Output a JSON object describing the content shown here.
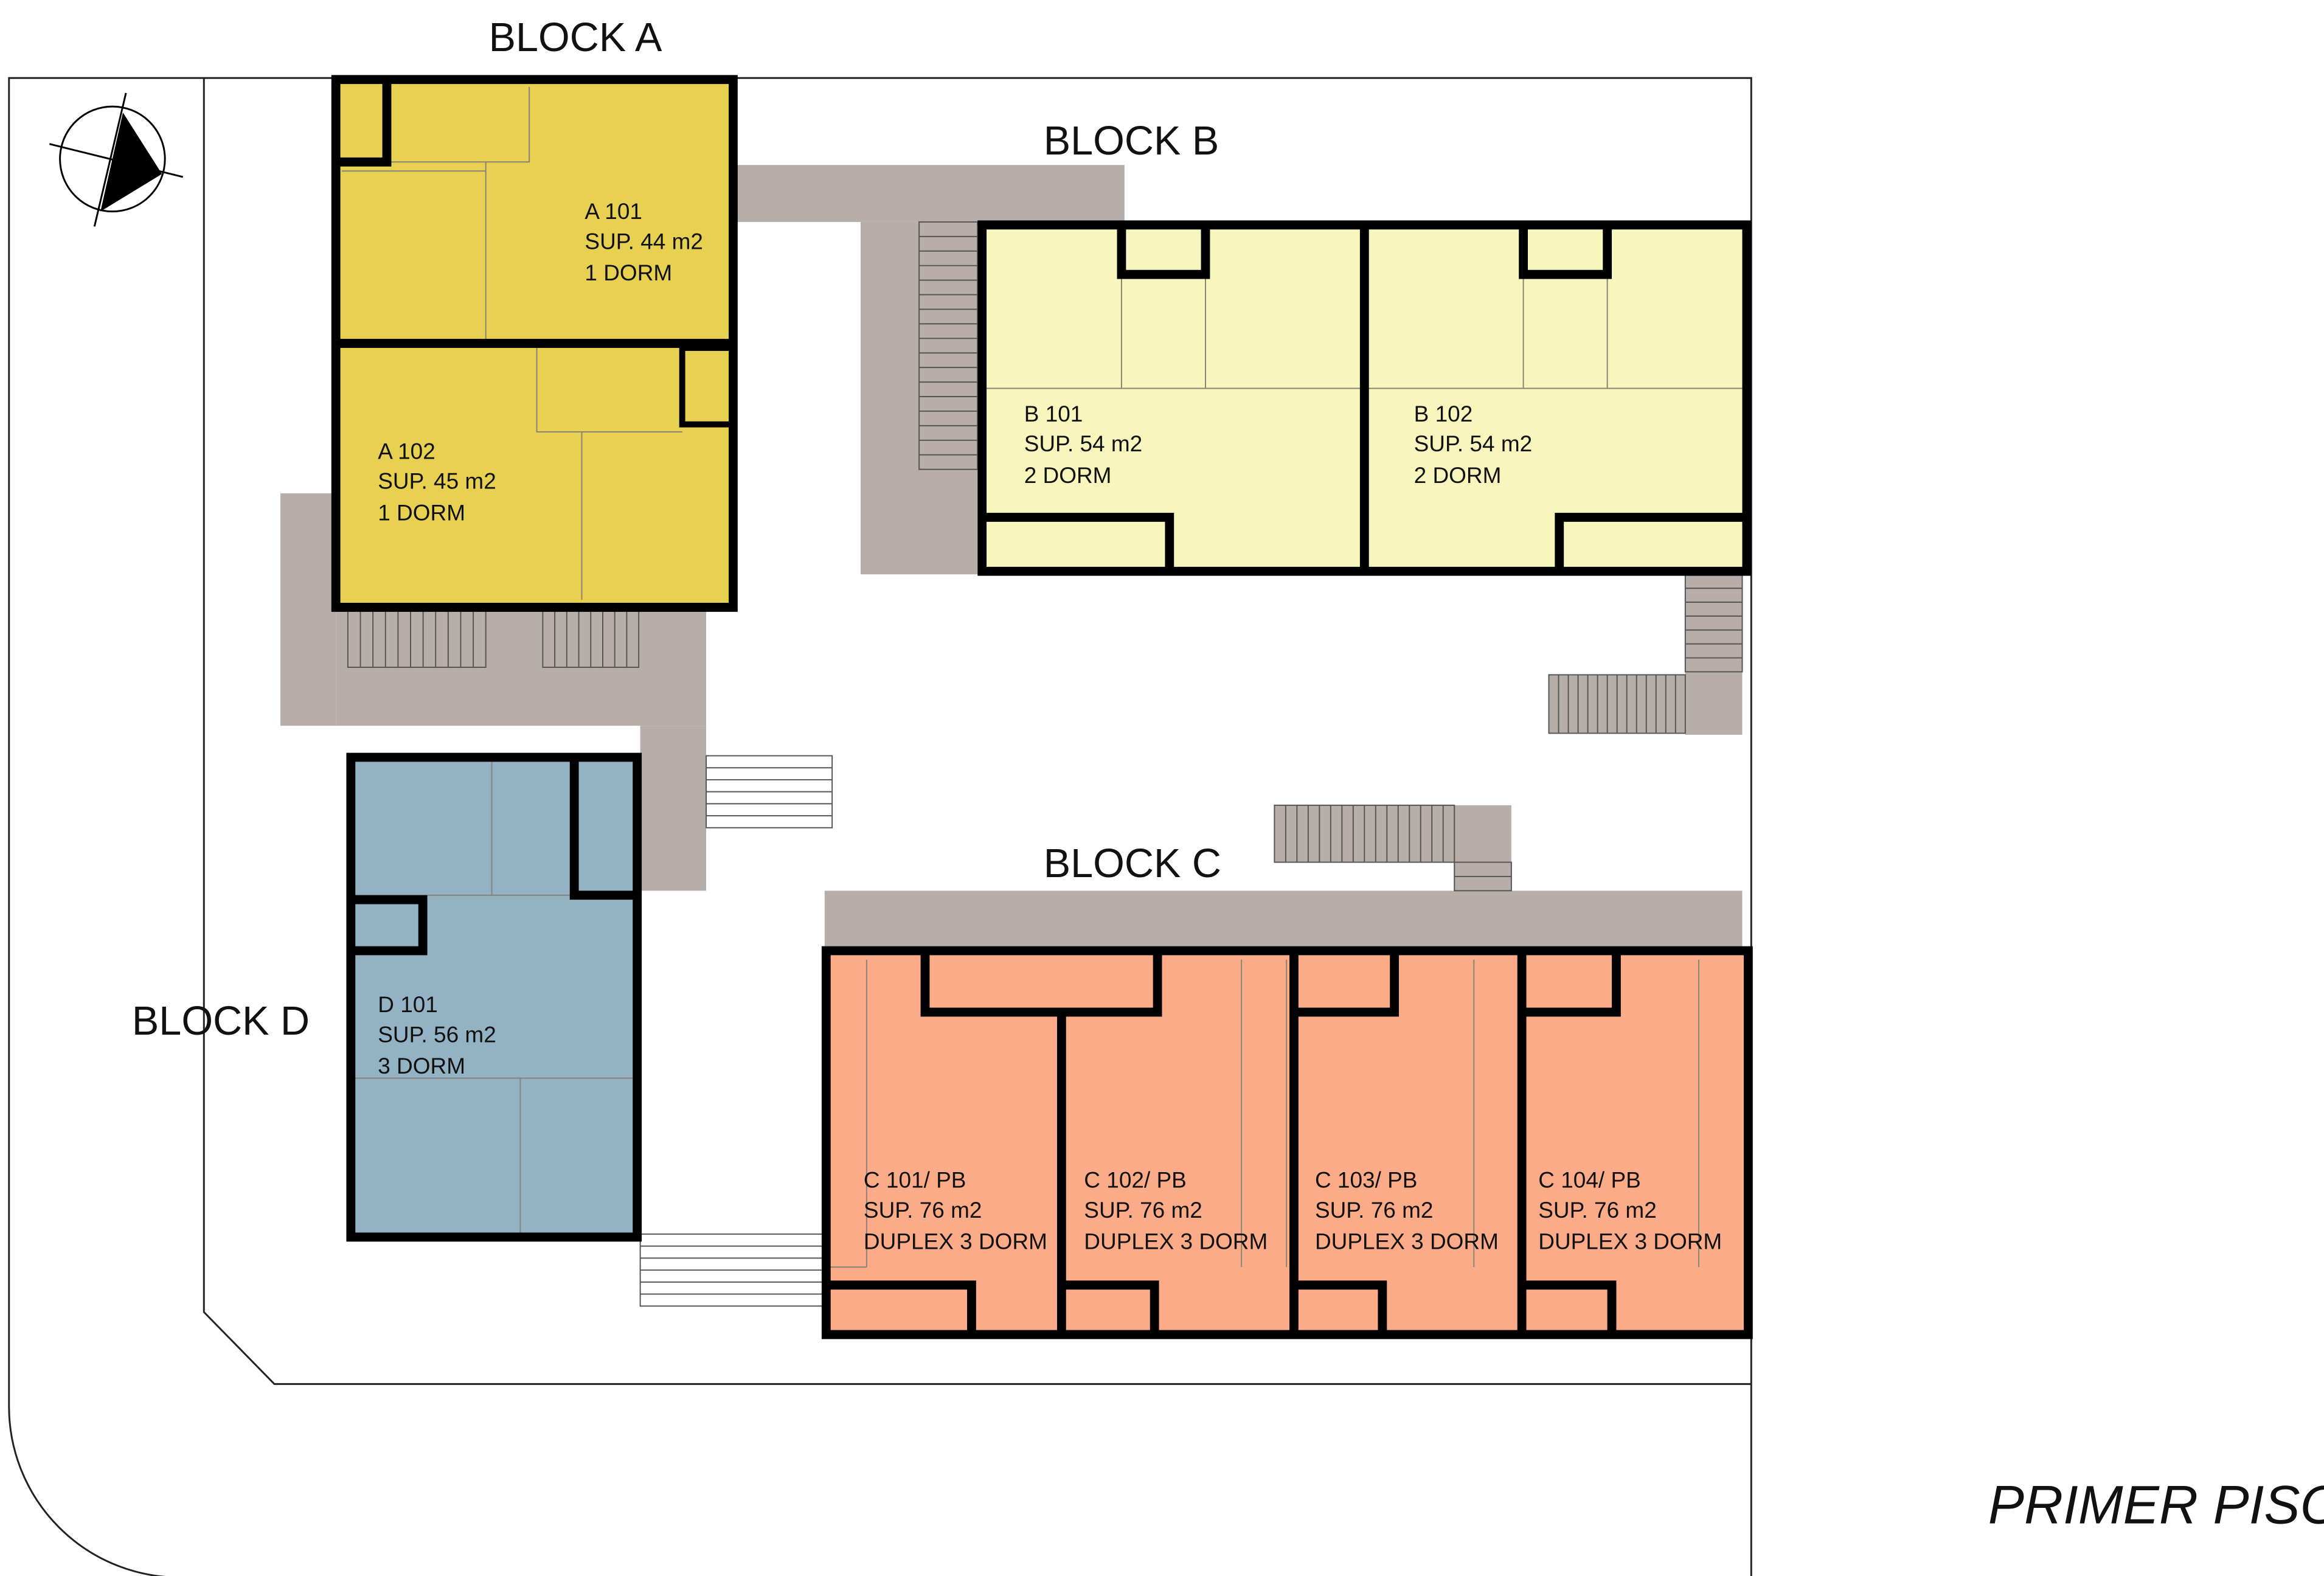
{
  "title": "PRIMER PISO",
  "colors": {
    "block_a": "#e8d150",
    "block_b": "#f8f5bd",
    "block_c": "#fcab88",
    "block_d": "#93b3c5",
    "circulation": "#b7aea9",
    "wall": "#000000"
  },
  "compass_icon": "north-arrow-icon",
  "blocks": {
    "a": {
      "name": "BLOCK  A",
      "units": [
        {
          "id": "A 101",
          "area": "SUP. 44 m2",
          "type": "1 DORM"
        },
        {
          "id": "A 102",
          "area": "SUP. 45 m2",
          "type": "1 DORM"
        }
      ]
    },
    "b": {
      "name": "BLOCK  B",
      "units": [
        {
          "id": "B 101",
          "area": "SUP. 54 m2",
          "type": "2 DORM"
        },
        {
          "id": "B 102",
          "area": "SUP. 54 m2",
          "type": "2 DORM"
        }
      ]
    },
    "c": {
      "name": "BLOCK  C",
      "units": [
        {
          "id": "C 101/ PB",
          "area": "SUP. 76 m2",
          "type": "DUPLEX 3 DORM"
        },
        {
          "id": "C 102/ PB",
          "area": "SUP. 76 m2",
          "type": "DUPLEX 3 DORM"
        },
        {
          "id": "C 103/ PB",
          "area": "SUP. 76 m2",
          "type": "DUPLEX 3 DORM"
        },
        {
          "id": "C 104/ PB",
          "area": "SUP. 76 m2",
          "type": "DUPLEX 3 DORM"
        }
      ]
    },
    "d": {
      "name": "BLOCK  D",
      "units": [
        {
          "id": "D 101",
          "area": "SUP. 56 m2",
          "type": "3 DORM"
        }
      ]
    }
  }
}
